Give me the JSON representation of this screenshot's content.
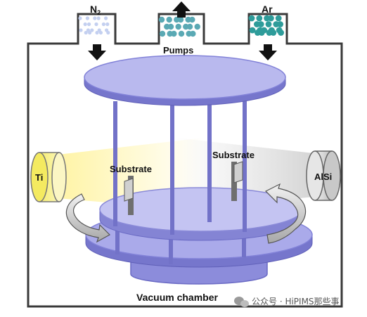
{
  "labels": {
    "n2_prefix": "N",
    "n2_subscript": "2",
    "pumps": "Pumps",
    "ar": "Ar",
    "ti": "Ti",
    "alsi": "AlSi",
    "substrate_left": "Substrate",
    "substrate_right": "Substrate",
    "chamber": "Vacuum chamber"
  },
  "watermark": {
    "text": "公众号 · HiPIMS那些事"
  },
  "colors": {
    "chamber_line": "#3a3a3a",
    "disk_fill": "#b9b9ee",
    "disk_edge": "#8282d8",
    "disk_side": "#7676cc",
    "rod": "#7272c8",
    "ti_target": "#f7ef7a",
    "alsi_target": "#d8d8d8",
    "n2_particles": "#c4d0f0",
    "pump_particles": "#5aa9b4",
    "ar_particles": "#2e9c9a"
  }
}
